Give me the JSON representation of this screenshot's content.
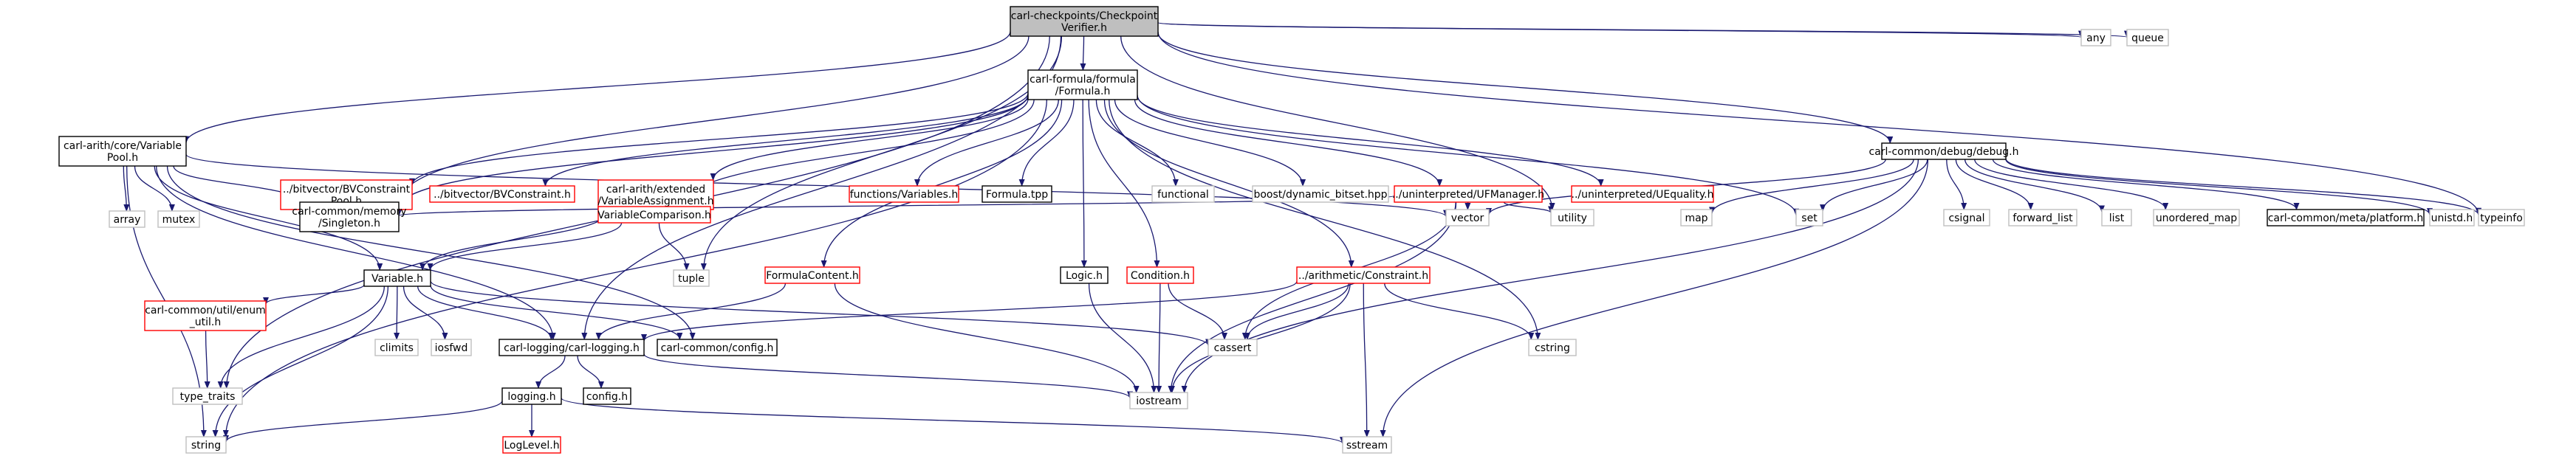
{
  "graph": {
    "colors": {
      "root_fill": "#bfbfbf",
      "root_border": "#000000",
      "doc_border": "#000000",
      "missing_border": "#ff0000",
      "system_border": "#bfbfbf",
      "node_fill": "#ffffff",
      "edge": "#191970",
      "system_text": "#000000"
    },
    "nodes": [
      {
        "id": "root",
        "kind": "root",
        "lines": [
          "carl-checkpoints/Checkpoint",
          "Verifier.h"
        ]
      },
      {
        "id": "formula",
        "kind": "doc",
        "lines": [
          "carl-formula/formula",
          "/Formula.h"
        ]
      },
      {
        "id": "varpool",
        "kind": "doc",
        "lines": [
          "carl-arith/core/Variable",
          "Pool.h"
        ]
      },
      {
        "id": "debug",
        "kind": "doc",
        "lines": [
          "carl-common/debug/debug.h"
        ]
      },
      {
        "id": "any",
        "kind": "system",
        "lines": [
          "any"
        ]
      },
      {
        "id": "queue",
        "kind": "system",
        "lines": [
          "queue"
        ]
      },
      {
        "id": "bvpool",
        "kind": "missing",
        "lines": [
          "../bitvector/BVConstraint",
          "Pool.h"
        ]
      },
      {
        "id": "bvconstraint",
        "kind": "missing",
        "lines": [
          "../bitvector/BVConstraint.h"
        ]
      },
      {
        "id": "varassign",
        "kind": "missing",
        "lines": [
          "carl-arith/extended",
          "/VariableAssignment.h"
        ]
      },
      {
        "id": "funcvars",
        "kind": "missing",
        "lines": [
          "functions/Variables.h"
        ]
      },
      {
        "id": "formulatpp",
        "kind": "doc",
        "lines": [
          "Formula.tpp"
        ]
      },
      {
        "id": "functional",
        "kind": "system",
        "lines": [
          "functional"
        ]
      },
      {
        "id": "bitset",
        "kind": "system",
        "lines": [
          "boost/dynamic_bitset.hpp"
        ]
      },
      {
        "id": "ufmanager",
        "kind": "missing",
        "lines": [
          "../uninterpreted/UFManager.h"
        ]
      },
      {
        "id": "uequality",
        "kind": "missing",
        "lines": [
          "../uninterpreted/UEquality.h"
        ]
      },
      {
        "id": "singleton",
        "kind": "doc",
        "lines": [
          "carl-common/memory",
          "/Singleton.h"
        ]
      },
      {
        "id": "array",
        "kind": "system",
        "lines": [
          "array"
        ]
      },
      {
        "id": "mutex",
        "kind": "system",
        "lines": [
          "mutex"
        ]
      },
      {
        "id": "varcomp",
        "kind": "missing",
        "lines": [
          "VariableComparison.h"
        ]
      },
      {
        "id": "vector",
        "kind": "system",
        "lines": [
          "vector"
        ]
      },
      {
        "id": "utility",
        "kind": "system",
        "lines": [
          "utility"
        ]
      },
      {
        "id": "map",
        "kind": "system",
        "lines": [
          "map"
        ]
      },
      {
        "id": "set",
        "kind": "system",
        "lines": [
          "set"
        ]
      },
      {
        "id": "csignal",
        "kind": "system",
        "lines": [
          "csignal"
        ]
      },
      {
        "id": "forward_list",
        "kind": "system",
        "lines": [
          "forward_list"
        ]
      },
      {
        "id": "list",
        "kind": "system",
        "lines": [
          "list"
        ]
      },
      {
        "id": "unordered_map",
        "kind": "system",
        "lines": [
          "unordered_map"
        ]
      },
      {
        "id": "platform",
        "kind": "doc",
        "lines": [
          "carl-common/meta/platform.h"
        ]
      },
      {
        "id": "unistd",
        "kind": "system",
        "lines": [
          "unistd.h"
        ]
      },
      {
        "id": "typeinfo",
        "kind": "system",
        "lines": [
          "typeinfo"
        ]
      },
      {
        "id": "tuple",
        "kind": "system",
        "lines": [
          "tuple"
        ]
      },
      {
        "id": "formulacontent",
        "kind": "missing",
        "lines": [
          "FormulaContent.h"
        ]
      },
      {
        "id": "logic",
        "kind": "doc",
        "lines": [
          "Logic.h"
        ]
      },
      {
        "id": "condition",
        "kind": "missing",
        "lines": [
          "Condition.h"
        ]
      },
      {
        "id": "arithconstraint",
        "kind": "missing",
        "lines": [
          "../arithmetic/Constraint.h"
        ]
      },
      {
        "id": "variable",
        "kind": "doc",
        "lines": [
          "Variable.h"
        ]
      },
      {
        "id": "enumutil",
        "kind": "missing",
        "lines": [
          "carl-common/util/enum",
          "_util.h"
        ]
      },
      {
        "id": "climits",
        "kind": "system",
        "lines": [
          "climits"
        ]
      },
      {
        "id": "iosfwd",
        "kind": "system",
        "lines": [
          "iosfwd"
        ]
      },
      {
        "id": "carllogging",
        "kind": "doc",
        "lines": [
          "carl-logging/carl-logging.h"
        ]
      },
      {
        "id": "config",
        "kind": "doc",
        "lines": [
          "carl-common/config.h"
        ]
      },
      {
        "id": "cassert",
        "kind": "system",
        "lines": [
          "cassert"
        ]
      },
      {
        "id": "cstring",
        "kind": "system",
        "lines": [
          "cstring"
        ]
      },
      {
        "id": "type_traits",
        "kind": "system",
        "lines": [
          "type_traits"
        ]
      },
      {
        "id": "logging",
        "kind": "doc",
        "lines": [
          "logging.h"
        ]
      },
      {
        "id": "configh",
        "kind": "doc",
        "lines": [
          "config.h"
        ]
      },
      {
        "id": "iostream",
        "kind": "system",
        "lines": [
          "iostream"
        ]
      },
      {
        "id": "string",
        "kind": "system",
        "lines": [
          "string"
        ]
      },
      {
        "id": "sstream",
        "kind": "system",
        "lines": [
          "sstream"
        ]
      },
      {
        "id": "loglevel",
        "kind": "missing",
        "lines": [
          "LogLevel.h"
        ]
      }
    ],
    "edges": [
      [
        "root",
        "formula"
      ],
      [
        "root",
        "varpool"
      ],
      [
        "root",
        "debug"
      ],
      [
        "root",
        "any"
      ],
      [
        "root",
        "queue"
      ],
      [
        "root",
        "tuple"
      ],
      [
        "root",
        "carllogging"
      ],
      [
        "root",
        "type_traits"
      ],
      [
        "root",
        "utility"
      ],
      [
        "root",
        "typeinfo"
      ],
      [
        "root",
        "singleton"
      ],
      [
        "formula",
        "bvpool"
      ],
      [
        "formula",
        "bvconstraint"
      ],
      [
        "formula",
        "varassign"
      ],
      [
        "formula",
        "funcvars"
      ],
      [
        "formula",
        "formulatpp"
      ],
      [
        "formula",
        "functional"
      ],
      [
        "formula",
        "bitset"
      ],
      [
        "formula",
        "ufmanager"
      ],
      [
        "formula",
        "uequality"
      ],
      [
        "formula",
        "varcomp"
      ],
      [
        "formula",
        "formulacontent"
      ],
      [
        "formula",
        "logic"
      ],
      [
        "formula",
        "condition"
      ],
      [
        "formula",
        "arithconstraint"
      ],
      [
        "formula",
        "set"
      ],
      [
        "formula",
        "string"
      ],
      [
        "formula",
        "cstring"
      ],
      [
        "formula",
        "singleton"
      ],
      [
        "varpool",
        "singleton"
      ],
      [
        "varpool",
        "array"
      ],
      [
        "varpool",
        "mutex"
      ],
      [
        "varpool",
        "variable"
      ],
      [
        "varpool",
        "config"
      ],
      [
        "varpool",
        "string"
      ],
      [
        "varpool",
        "vector"
      ],
      [
        "varpool",
        "carllogging"
      ],
      [
        "debug",
        "vector"
      ],
      [
        "debug",
        "map"
      ],
      [
        "debug",
        "set"
      ],
      [
        "debug",
        "csignal"
      ],
      [
        "debug",
        "forward_list"
      ],
      [
        "debug",
        "list"
      ],
      [
        "debug",
        "unordered_map"
      ],
      [
        "debug",
        "platform"
      ],
      [
        "debug",
        "unistd"
      ],
      [
        "debug",
        "typeinfo"
      ],
      [
        "debug",
        "iostream"
      ],
      [
        "debug",
        "sstream"
      ],
      [
        "varassign",
        "variable"
      ],
      [
        "varassign",
        "varcomp"
      ],
      [
        "ufmanager",
        "singleton"
      ],
      [
        "ufmanager",
        "vector"
      ],
      [
        "ufmanager",
        "utility"
      ],
      [
        "ufmanager",
        "cassert"
      ],
      [
        "ufmanager",
        "iostream"
      ],
      [
        "varcomp",
        "variable"
      ],
      [
        "varcomp",
        "tuple"
      ],
      [
        "formulacontent",
        "carllogging"
      ],
      [
        "formulacontent",
        "iostream"
      ],
      [
        "logic",
        "iostream"
      ],
      [
        "condition",
        "cassert"
      ],
      [
        "condition",
        "iostream"
      ],
      [
        "arithconstraint",
        "carllogging"
      ],
      [
        "arithconstraint",
        "cassert"
      ],
      [
        "arithconstraint",
        "cstring"
      ],
      [
        "arithconstraint",
        "iostream"
      ],
      [
        "arithconstraint",
        "sstream"
      ],
      [
        "variable",
        "enumutil"
      ],
      [
        "variable",
        "climits"
      ],
      [
        "variable",
        "iosfwd"
      ],
      [
        "variable",
        "carllogging"
      ],
      [
        "variable",
        "config"
      ],
      [
        "variable",
        "cassert"
      ],
      [
        "variable",
        "type_traits"
      ],
      [
        "variable",
        "string"
      ],
      [
        "enumutil",
        "type_traits"
      ],
      [
        "carllogging",
        "logging"
      ],
      [
        "carllogging",
        "configh"
      ],
      [
        "carllogging",
        "iostream"
      ],
      [
        "logging",
        "loglevel"
      ],
      [
        "logging",
        "string"
      ],
      [
        "logging",
        "sstream"
      ]
    ]
  }
}
